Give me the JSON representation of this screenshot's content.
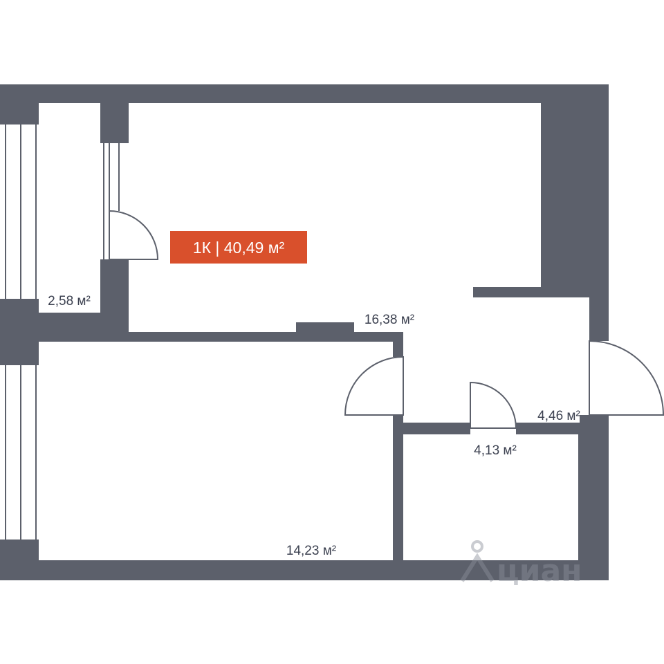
{
  "apartment": {
    "summary_label": "1К | 40,49 м²"
  },
  "rooms": [
    {
      "id": "balcony",
      "area_label": "2,58 м²"
    },
    {
      "id": "kitchen",
      "area_label": "16,38 м²"
    },
    {
      "id": "bedroom",
      "area_label": "14,23 м²"
    },
    {
      "id": "hallway",
      "area_label": "4,46 м²"
    },
    {
      "id": "bathroom",
      "area_label": "4,13 м²"
    }
  ],
  "colors": {
    "wall": "#5c606b",
    "floor": "#ffffff",
    "accent": "#d9502c",
    "door_line": "#5c606b"
  },
  "watermark": {
    "text": "циан",
    "icon": "cian-logo-icon"
  }
}
